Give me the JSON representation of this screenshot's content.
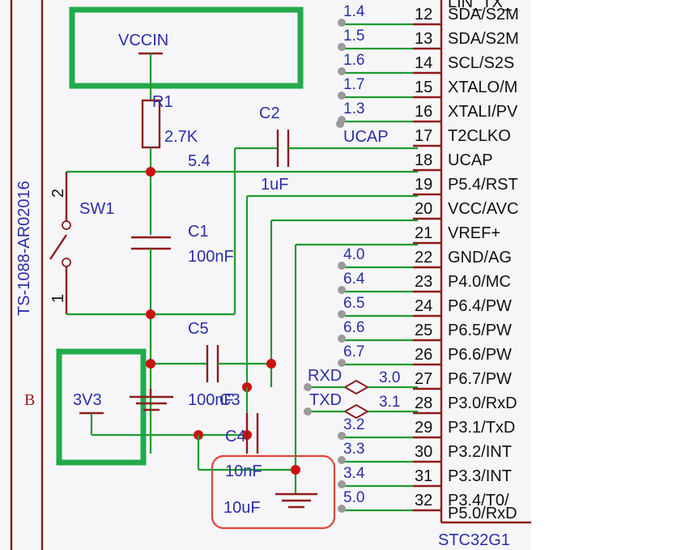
{
  "power": {
    "vccin": "VCCIN",
    "v3v3": "3V3"
  },
  "connector": {
    "ref": "TS-1088-AR02016",
    "zone": "B"
  },
  "components": {
    "r1": {
      "ref": "R1",
      "value": "2.7K"
    },
    "c1": {
      "ref": "C1",
      "value": "100nF"
    },
    "c2": {
      "ref": "C2",
      "value": "1uF"
    },
    "c3": {
      "ref": "C3",
      "value": "100nF"
    },
    "c4": {
      "ref": "C4",
      "value": "10nF"
    },
    "c5": {
      "ref": "C5",
      "value": "10uF"
    },
    "sw1": {
      "ref": "SW1",
      "pin_top": "2",
      "pin_bottom": "1"
    }
  },
  "net_labels": {
    "p54": "5.4",
    "ucap": "UCAP",
    "rxd": "RXD",
    "txd": "TXD"
  },
  "ic": {
    "name_partial": "STC32G1",
    "pins": [
      {
        "num": "12",
        "name": "SDA/S2M",
        "net": "1.4"
      },
      {
        "num": "13",
        "name": "SDA/S2M",
        "net": "1.5"
      },
      {
        "num": "14",
        "name": "SCL/S2S",
        "net": "1.6"
      },
      {
        "num": "15",
        "name": "XTALO/M",
        "net": "1.7"
      },
      {
        "num": "16",
        "name": "XTALI/PV",
        "net": "1.3"
      },
      {
        "num": "17",
        "name": "T2CLKO",
        "net": ""
      },
      {
        "num": "18",
        "name": "UCAP",
        "net": ""
      },
      {
        "num": "19",
        "name": "P5.4/RST",
        "net": ""
      },
      {
        "num": "20",
        "name": "VCC/AVC",
        "net": ""
      },
      {
        "num": "21",
        "name": "VREF+",
        "net": ""
      },
      {
        "num": "22",
        "name": "GND/AG",
        "net": "4.0"
      },
      {
        "num": "23",
        "name": "P4.0/MC",
        "net": "6.4"
      },
      {
        "num": "24",
        "name": "P6.4/PW",
        "net": "6.5"
      },
      {
        "num": "25",
        "name": "P6.5/PW",
        "net": "6.6"
      },
      {
        "num": "26",
        "name": "P6.6/PW",
        "net": "6.7"
      },
      {
        "num": "27",
        "name": "P6.7/PW",
        "net": "3.0"
      },
      {
        "num": "28",
        "name": "P3.0/RxD",
        "net": "3.1"
      },
      {
        "num": "29",
        "name": "P3.1/TxD",
        "net": "3.2"
      },
      {
        "num": "30",
        "name": "P3.2/INT",
        "net": "3.3"
      },
      {
        "num": "31",
        "name": "P3.3/INT",
        "net": "3.4"
      },
      {
        "num": "32",
        "name": "P3.4/T0/",
        "net": "5.0"
      }
    ],
    "last_pin_name": "P5.0/RxD",
    "top_cut_name": "LIN_TX_"
  },
  "colors": {
    "wire": "#1f9b2f",
    "part": "#8f1a1a",
    "label": "#2a2fa8",
    "junction": "#cc1111",
    "highlight_green": "#22aa4a",
    "highlight_red": "#e0443a"
  }
}
